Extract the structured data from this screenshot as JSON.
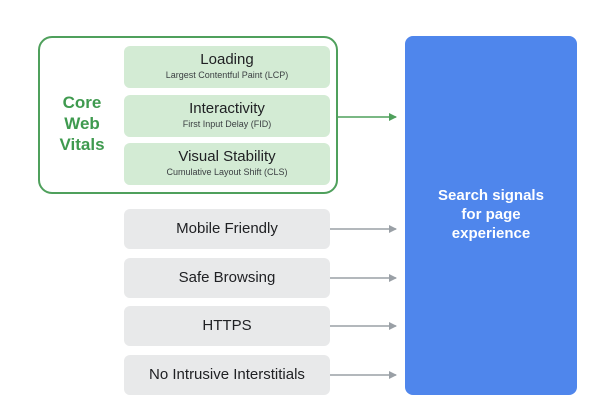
{
  "core_web_vitals": {
    "label_lines": [
      "Core",
      "Web",
      "Vitals"
    ],
    "metrics": [
      {
        "title": "Loading",
        "subtitle": "Largest Contentful Paint (LCP)"
      },
      {
        "title": "Interactivity",
        "subtitle": "First Input Delay (FID)"
      },
      {
        "title": "Visual Stability",
        "subtitle": "Cumulative Layout Shift (CLS)"
      }
    ],
    "color": "#3f9a4f",
    "box_color": "#d3ebd4"
  },
  "signals": [
    {
      "label": "Mobile Friendly"
    },
    {
      "label": "Safe Browsing"
    },
    {
      "label": "HTTPS"
    },
    {
      "label": "No Intrusive Interstitials"
    }
  ],
  "result": {
    "lines": [
      "Search signals",
      "for page",
      "experience"
    ],
    "color": "#4f86ec"
  }
}
